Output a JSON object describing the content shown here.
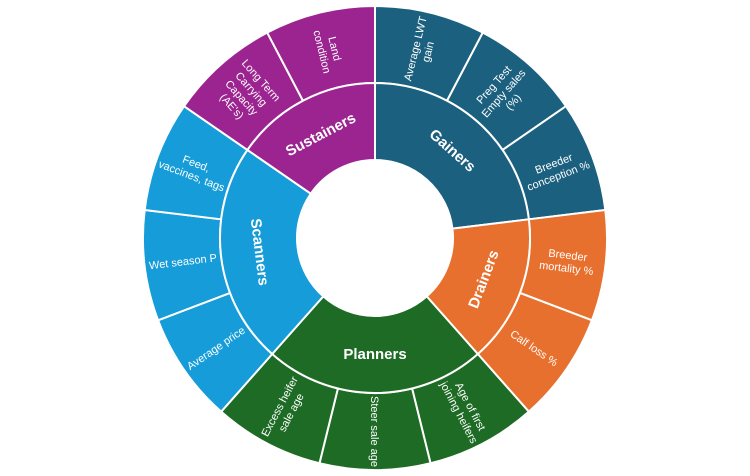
{
  "chart_data": {
    "type": "sunburst",
    "title": "",
    "categories": [
      {
        "name": "Gainers",
        "color": "#1c607f",
        "children": [
          {
            "lines": [
              "Average LWT",
              "gain"
            ]
          },
          {
            "lines": [
              "Preg Test",
              "Empty sales",
              "(%)"
            ]
          },
          {
            "lines": [
              "Breeder",
              "conception %"
            ]
          }
        ]
      },
      {
        "name": "Drainers",
        "color": "#e8702e",
        "children": [
          {
            "lines": [
              "Breeder",
              "mortality %"
            ]
          },
          {
            "lines": [
              "Calf loss %"
            ]
          }
        ]
      },
      {
        "name": "Planners",
        "color": "#1d6b24",
        "children": [
          {
            "lines": [
              "Age of first",
              "joining heifers"
            ]
          },
          {
            "lines": [
              "Steer sale age"
            ]
          },
          {
            "lines": [
              "Excess heifer",
              "sale age"
            ]
          }
        ]
      },
      {
        "name": "Scanners",
        "color": "#169cd8",
        "children": [
          {
            "lines": [
              "Average price"
            ]
          },
          {
            "lines": [
              "Wet season P"
            ]
          },
          {
            "lines": [
              "Feed,",
              "vaccines, tags"
            ]
          }
        ]
      },
      {
        "name": "Sustainers",
        "color": "#9c2490",
        "children": [
          {
            "lines": [
              "Long Term",
              "Carrying",
              "Capacity",
              "(AE's)"
            ]
          },
          {
            "lines": [
              "Land",
              "condition"
            ]
          }
        ]
      }
    ]
  }
}
